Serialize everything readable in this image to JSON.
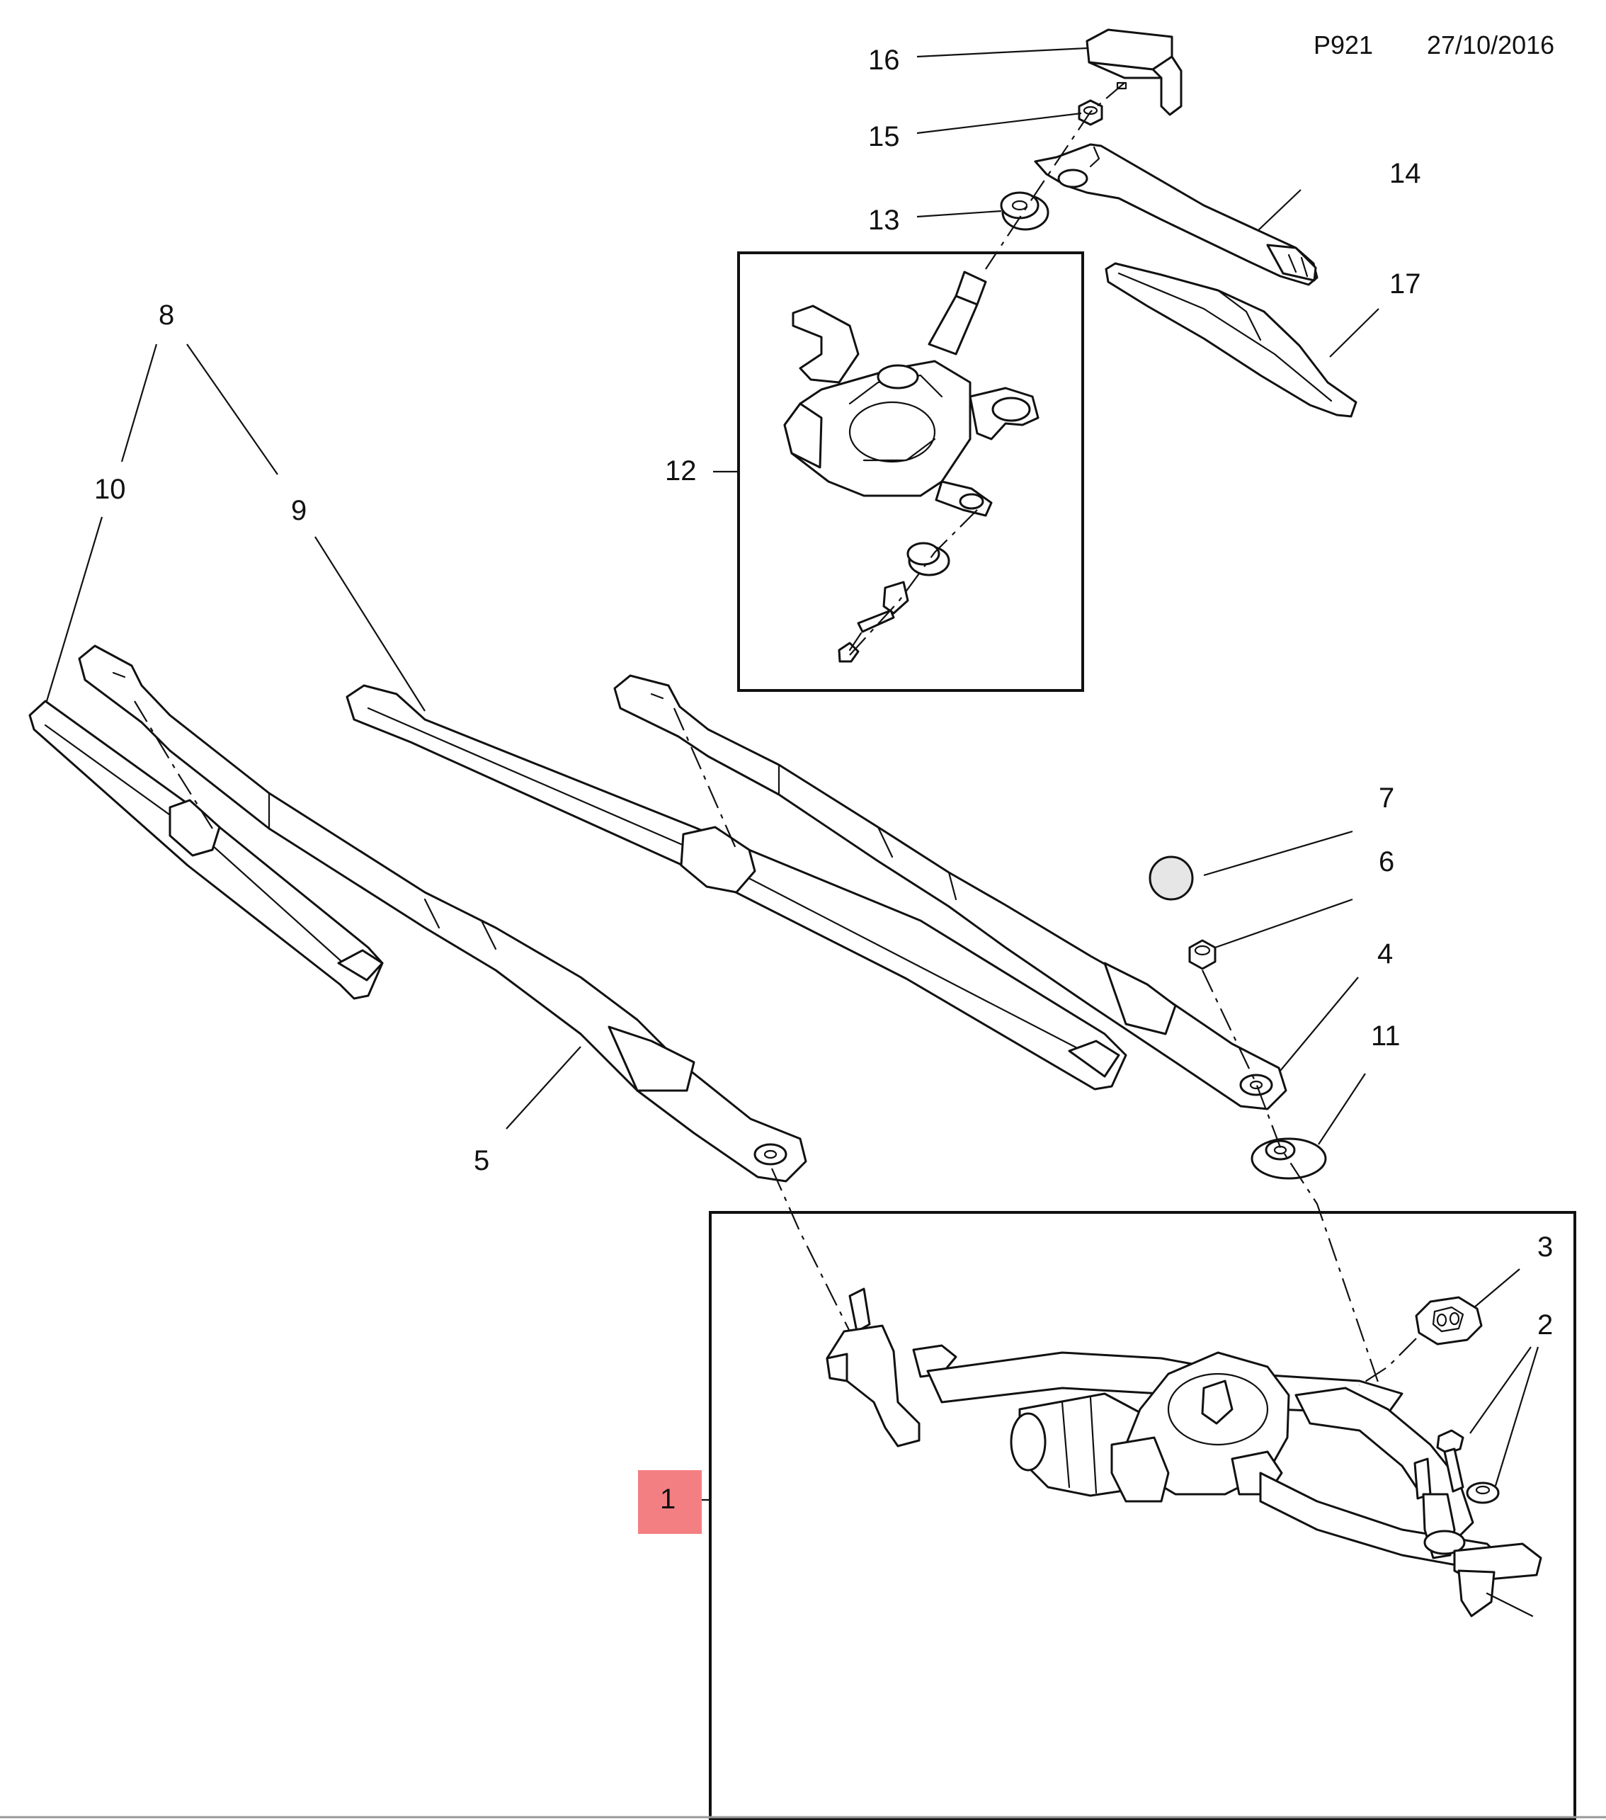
{
  "header": {
    "code": "P921",
    "date": "27/10/2016"
  },
  "callouts": {
    "c1": "1",
    "c2": "2",
    "c3": "3",
    "c4": "4",
    "c5": "5",
    "c6": "6",
    "c7": "7",
    "c8": "8",
    "c9": "9",
    "c10": "10",
    "c11": "11",
    "c12": "12",
    "c13": "13",
    "c14": "14",
    "c15": "15",
    "c16": "16",
    "c17": "17"
  },
  "highlighted_callout": "1",
  "colors": {
    "highlight": "#f47f82",
    "line": "#111111"
  }
}
